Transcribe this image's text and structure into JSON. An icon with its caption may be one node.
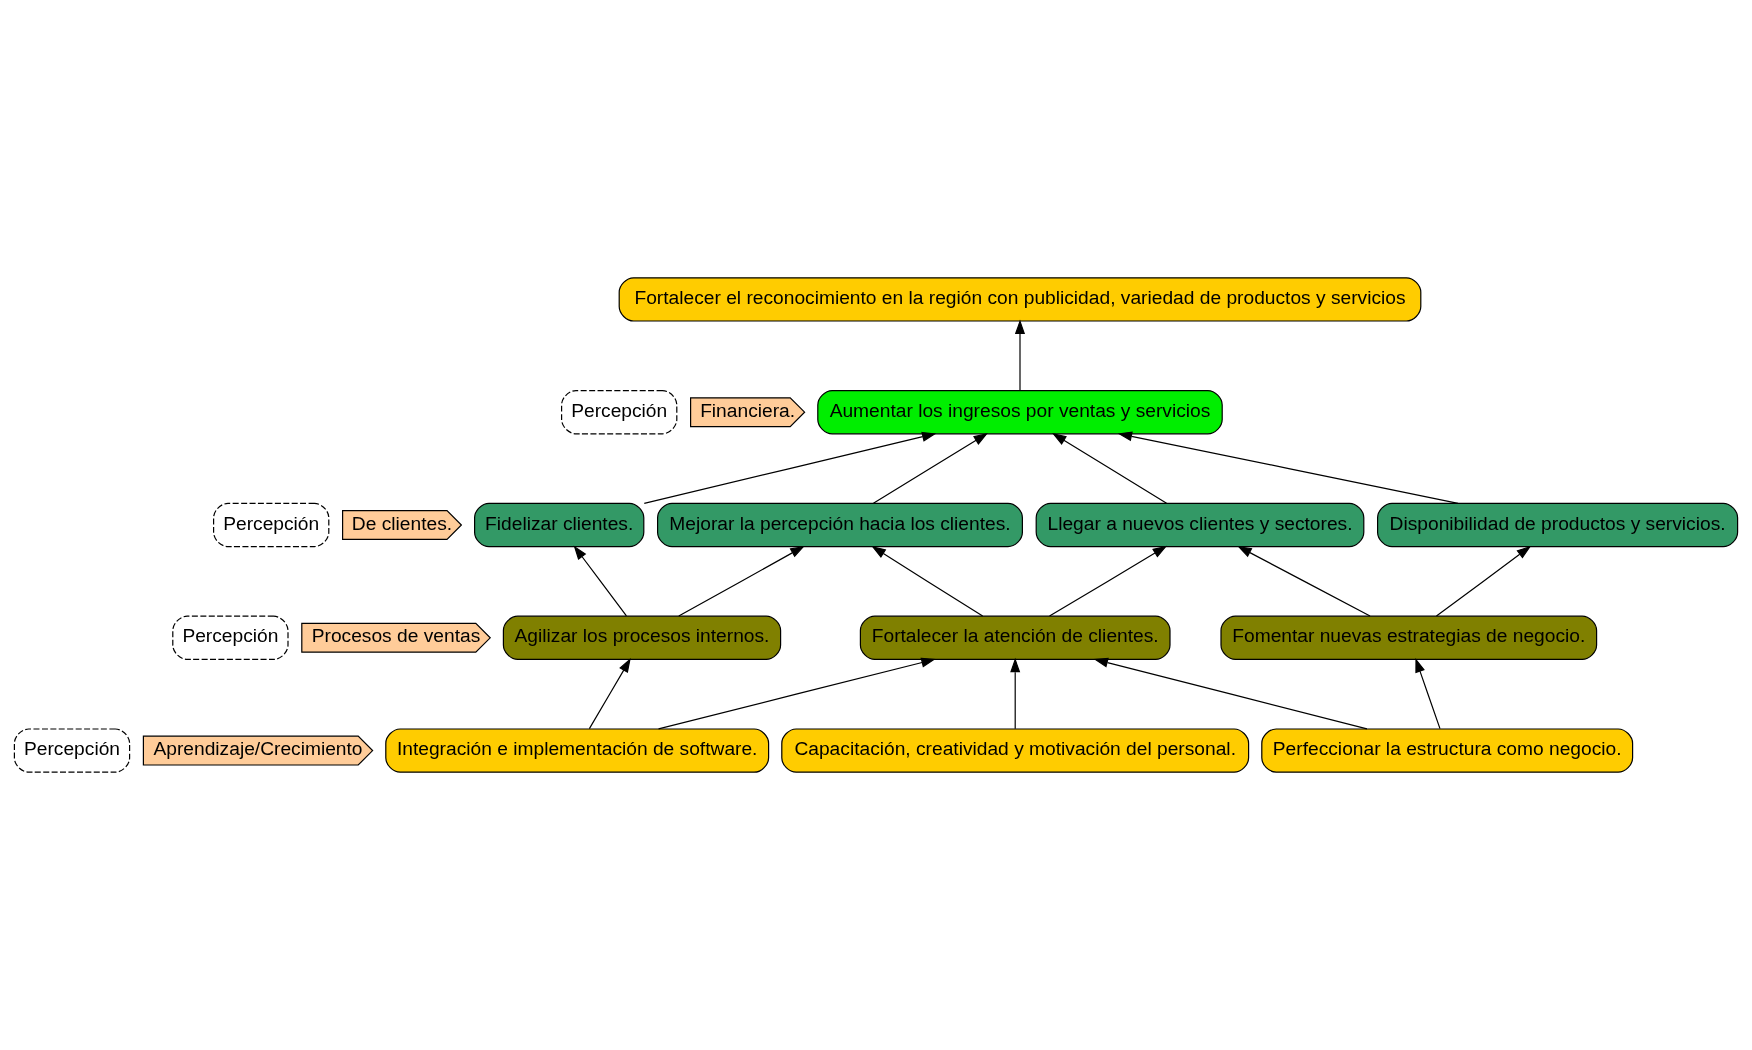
{
  "diagram": {
    "nodes": [
      {
        "text": [
          "Fortalecer el reconocimiento en la región con publicidad, variedad de productos y servicios"
        ]
      },
      {
        "text": [
          "Aumentar los ingresos por ventas y servicios"
        ]
      },
      {
        "text": [
          "Fidelizar clientes."
        ]
      },
      {
        "text": [
          "Mejorar la percepción hacia los clientes."
        ]
      },
      {
        "text": [
          "Llegar a nuevos clientes y sectores."
        ]
      },
      {
        "text": [
          "Disponibilidad de productos y servicios."
        ]
      },
      {
        "text": [
          "Agilizar los procesos internos."
        ]
      },
      {
        "text": [
          "Fortalecer la atención de clientes."
        ]
      },
      {
        "text": [
          "Fomentar nuevas estrategias de negocio."
        ]
      },
      {
        "text": [
          "Integración e implementación de software."
        ]
      },
      {
        "text": [
          "Capacitación, creatividad y motivación del personal."
        ]
      },
      {
        "text": [
          "Perfeccionar la estructura como negocio."
        ]
      },
      {
        "text": [
          "Percepción"
        ]
      },
      {
        "text": [
          "Financiera."
        ]
      },
      {
        "text": [
          "Percepción"
        ]
      },
      {
        "text": [
          "De clientes."
        ]
      },
      {
        "text": [
          "Percepción"
        ]
      },
      {
        "text": [
          "Procesos de ventas"
        ]
      },
      {
        "text": [
          "Percepción"
        ]
      },
      {
        "text": [
          "Aprendizaje/Crecimiento"
        ]
      }
    ],
    "edges": [
      {
        "from": 1,
        "to": 0,
        "arrow": "to"
      },
      {
        "from": 2,
        "to": 1,
        "arrow": "to"
      },
      {
        "from": 3,
        "to": 1,
        "arrow": "to"
      },
      {
        "from": 4,
        "to": 1,
        "arrow": "to"
      },
      {
        "from": 5,
        "to": 1,
        "arrow": "to"
      },
      {
        "from": 6,
        "to": 2,
        "arrow": "to"
      },
      {
        "from": 6,
        "to": 3,
        "arrow": "to"
      },
      {
        "from": 7,
        "to": 3,
        "arrow": "to"
      },
      {
        "from": 7,
        "to": 4,
        "arrow": "to"
      },
      {
        "from": 8,
        "to": 4,
        "arrow": "to"
      },
      {
        "from": 8,
        "to": 5,
        "arrow": "to"
      },
      {
        "from": 9,
        "to": 6,
        "arrow": "to"
      },
      {
        "from": 9,
        "to": 7,
        "arrow": "to"
      },
      {
        "from": 10,
        "to": 7,
        "arrow": "to"
      },
      {
        "from": 11,
        "to": 7,
        "arrow": "to"
      },
      {
        "from": 11,
        "to": 8,
        "arrow": "to"
      }
    ]
  }
}
